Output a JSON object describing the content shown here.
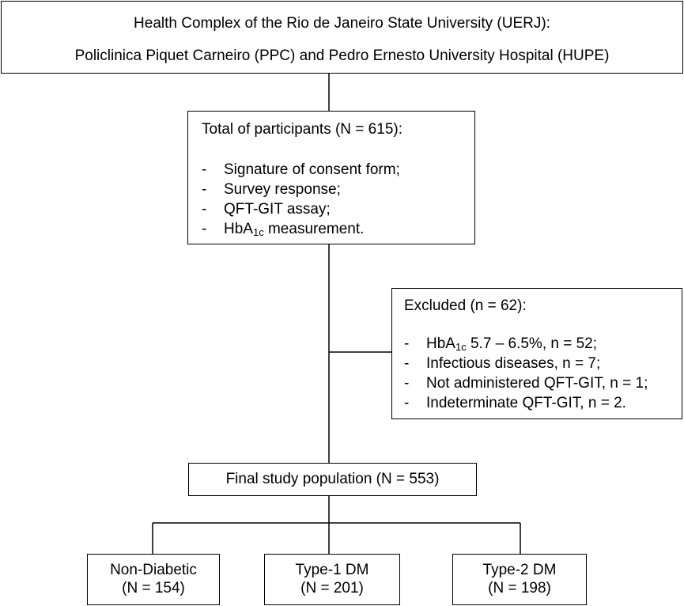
{
  "top_box": {
    "line1": "Health Complex of the Rio de Janeiro State University (UERJ):",
    "line2": "Policlinica Piquet Carneiro (PPC) and Pedro Ernesto University Hospital (HUPE)"
  },
  "participants_box": {
    "heading": "Total of participants (N = 615):",
    "bullet": "-",
    "items": [
      "Signature of consent form;",
      "Survey response;",
      "QFT-GIT assay;"
    ],
    "hba1c_item": {
      "prefix": "HbA",
      "subscript": "1c",
      "suffix": " measurement."
    }
  },
  "excluded_box": {
    "heading": "Excluded (n = 62):",
    "hba1c_item": {
      "prefix": "HbA",
      "subscript": "1c",
      "suffix": " 5.7 – 6.5%, n = 52;"
    },
    "items": [
      "Infectious diseases, n = 7;",
      "Not administered QFT-GIT, n = 1;",
      "Indeterminate QFT-GIT, n = 2."
    ]
  },
  "final_box": {
    "label": "Final study population (N = 553)"
  },
  "groups": [
    {
      "label": "Non-Diabetic",
      "count": "(N = 154)"
    },
    {
      "label": "Type-1 DM",
      "count": "(N = 201)"
    },
    {
      "label": "Type-2 DM",
      "count": "(N = 198)"
    }
  ]
}
